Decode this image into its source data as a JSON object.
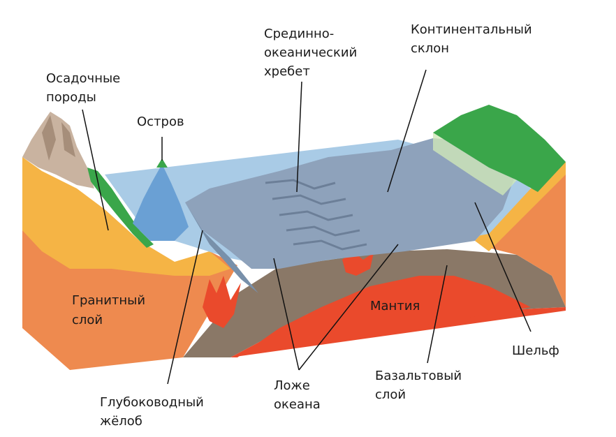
{
  "labels": {
    "sediment_1": "Осадочные",
    "sediment_2": "породы",
    "island": "Остров",
    "ridge_1": "Срединно-",
    "ridge_2": "океанический",
    "ridge_3": "хребет",
    "slope_1": "Континентальный",
    "slope_2": "склон",
    "granite_1": "Гранитный",
    "granite_2": "слой",
    "mantle": "Мантия",
    "shelf": "Шельф",
    "trench_1": "Глубоководный",
    "trench_2": "жёлоб",
    "floor_1": "Ложе",
    "floor_2": "океана",
    "basalt_1": "Базальтовый",
    "basalt_2": "слой"
  },
  "colors": {
    "crust_side": "#ee8a4f",
    "crust_top": "#f5b445",
    "mantle": "#ea4a2c",
    "basalt": "#8a7867",
    "ocean_water": "#a9cbe6",
    "ocean_floor": "#8ea2bb",
    "land_green": "#3aa64a",
    "rock": "#c9b3a0",
    "island_blue": "#6aa0d4"
  }
}
